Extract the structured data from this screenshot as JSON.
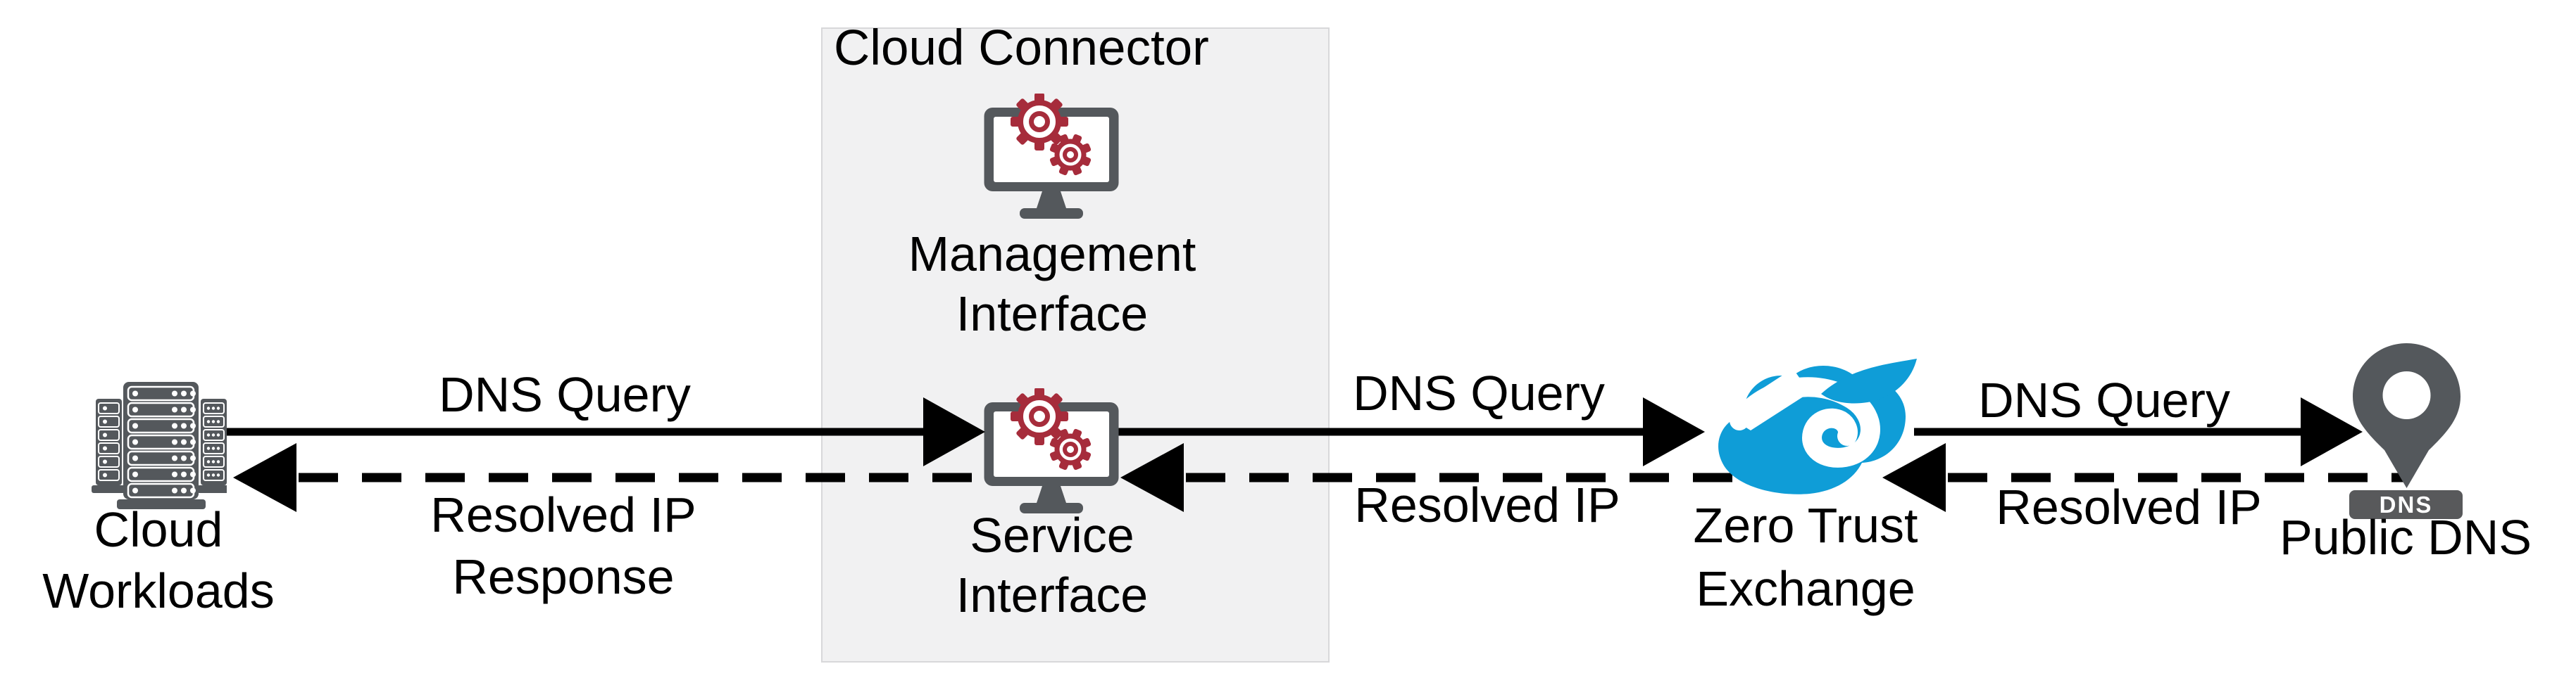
{
  "colors": {
    "icon_gray": "#54585C",
    "gear_red": "#A62C3B",
    "zscaler_blue": "#0F9DD7",
    "box_fill": "#F1F1F2",
    "box_border": "#D8D8DA",
    "badge_bg": "#58595B",
    "arrow_black": "#000000",
    "label_text": "#000000"
  },
  "connector_box": {
    "title": "Cloud Connector"
  },
  "nodes": {
    "cloud_workloads": {
      "line1": "Cloud",
      "line2": "Workloads"
    },
    "management_interface": {
      "line1": "Management",
      "line2": "Interface"
    },
    "service_interface": {
      "line1": "Service",
      "line2": "Interface"
    },
    "zero_trust_exchange": {
      "line1": "Zero Trust",
      "line2": "Exchange"
    },
    "public_dns": {
      "label": "Public DNS",
      "badge": "DNS"
    }
  },
  "edges": {
    "workloads_to_service": {
      "query": "DNS Query",
      "response_line1": "Resolved IP",
      "response_line2": "Response"
    },
    "service_to_zte": {
      "query": "DNS Query",
      "response": "Resolved IP"
    },
    "zte_to_dns": {
      "query": "DNS Query",
      "response": "Resolved IP"
    }
  }
}
